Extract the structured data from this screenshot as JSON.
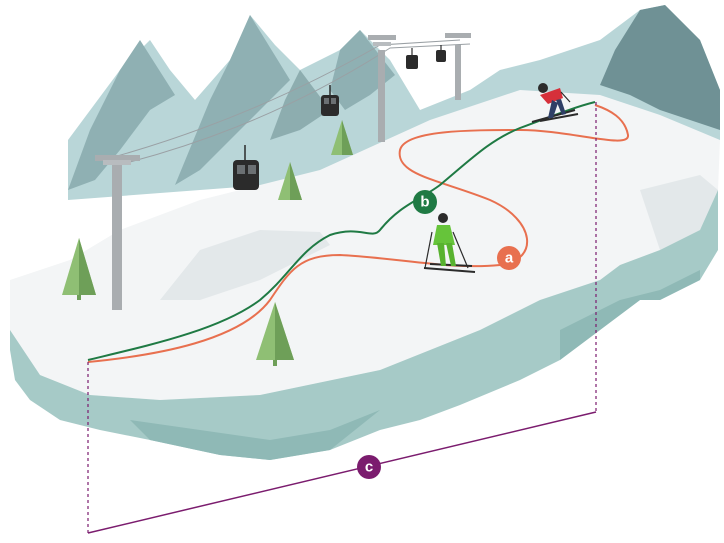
{
  "markers": {
    "a": {
      "label": "a",
      "color": "#e8704f"
    },
    "b": {
      "label": "b",
      "color": "#1f7a44"
    },
    "c": {
      "label": "c",
      "color": "#7b1c6e"
    }
  },
  "colors": {
    "snow": "#f3f5f6",
    "snow_shadow": "#e3e8ea",
    "ice_side": "#a6cac7",
    "ice_side_dark": "#8fb9b6",
    "mountain_light": "#b9d6d8",
    "mountain_mid": "#8fb0b3",
    "mountain_dark": "#6f9195",
    "tree": "#8fbf74",
    "tree_dark": "#6e9f58",
    "pylon": "#a9adb0",
    "gondola": "#2b2b2b",
    "dim_line": "#7b1c6e"
  },
  "icons": [
    "mountain-icon",
    "tree-icon",
    "gondola-icon",
    "pylon-icon",
    "skier-icon"
  ]
}
